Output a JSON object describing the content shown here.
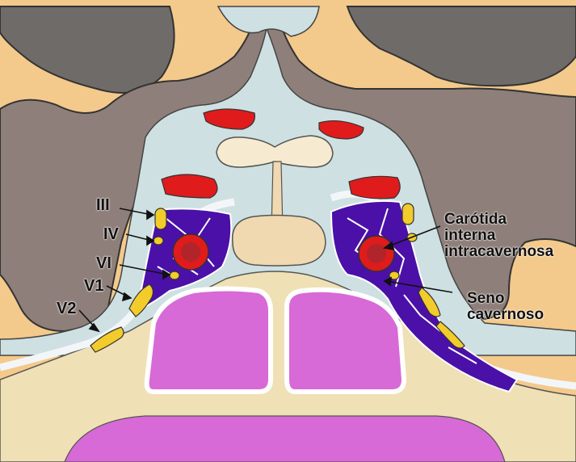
{
  "labels": {
    "iii": "III",
    "iv": "IV",
    "vi": "VI",
    "v1": "V1",
    "v2": "V2",
    "carotid": [
      "Carótida",
      "interna",
      "intracavernosa"
    ],
    "sinus": [
      "Seno",
      "cavernoso"
    ]
  },
  "colors": {
    "background": "#f4c98c",
    "brain_matter": "#8f7f7a",
    "dark_lobe": "#6e6b68",
    "csf": "#cfe0e2",
    "dura": "#f3f6f8",
    "bone": "#efe1b5",
    "pituitary": "#f0d8b0",
    "sphenoid_sinus": "#d86ad8",
    "sinus_venous": "#4a10a8",
    "artery": "#e01b1b",
    "nerve": "#f2cc2a"
  }
}
